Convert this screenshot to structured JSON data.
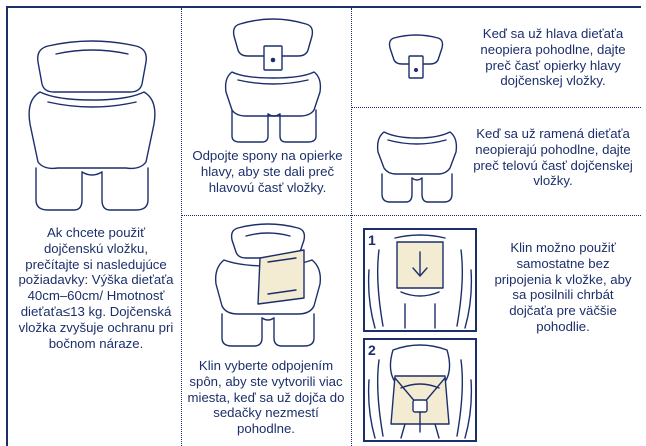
{
  "panels": {
    "requirements": {
      "text": "Ak chcete použiť dojčenskú vložku, prečítajte si nasledujúce požiadavky: Výška dieťaťa 40cm–60cm/ Hmotnosť dieťaťa≤13 kg. Dojčenská vložka zvyšuje ochranu pri bočnom náraze."
    },
    "unbuckle": {
      "text": "Odpojte spony na opierke hlavy, aby ste dali preč hlavovú časť vložky."
    },
    "head_removal": {
      "text": "Keď sa už hlava dieťaťa neopiera pohodlne, dajte preč časť opierky hlavy dojčenskej vložky."
    },
    "body_removal": {
      "text": "Keď sa už ramená dieťaťa neopierajú pohodlne, dajte preč telovú časť dojčenskej vložky."
    },
    "wedge_removal": {
      "text": "Klin vyberte odpojením spôn, aby ste vytvorili viac miesta, keď sa už dojča do sedačky nezmestí pohodlne."
    },
    "wedge_standalone": {
      "text": "Klin možno použiť samostatne bez pripojenia k vložke, aby sa posilnili chrbát dojčaťa pre väčšie pohodlie.",
      "step_labels": [
        "1",
        "2"
      ]
    }
  },
  "colors": {
    "ink": "#1c2f6b",
    "wedge": "#f3ecd2",
    "background": "#ffffff"
  }
}
